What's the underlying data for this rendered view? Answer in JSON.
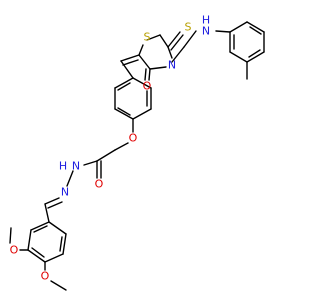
{
  "molecule": {
    "atom_colors": {
      "S": "#b8a000",
      "N": "#2020e0",
      "O": "#e00000",
      "C": "#000000"
    },
    "labels": {
      "ring_s": "S",
      "thione_s": "S",
      "ring_n": "N",
      "amine_n": "N",
      "amine_h": "H",
      "ring_o": "O",
      "ether_o": "O",
      "amide_o": "O",
      "hydrazide_n1": "N",
      "hydrazide_h": "H",
      "hydrazide_n2": "N",
      "methoxy_o1": "O",
      "methoxy_o2": "O"
    }
  }
}
